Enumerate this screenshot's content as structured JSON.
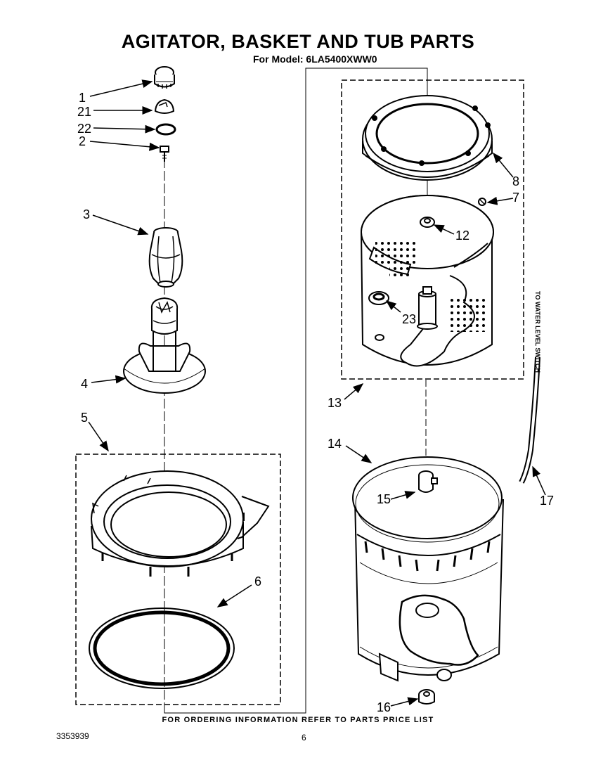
{
  "diagram": {
    "title": "AGITATOR, BASKET AND TUB PARTS",
    "model_line": "For Model: 6LA5400XWW0",
    "footer_note": "FOR ORDERING INFORMATION REFER TO PARTS PRICE LIST",
    "doc_number": "3353939",
    "page_number": "6",
    "hose_note": "TO WATER LEVEL SWITCH",
    "callouts": {
      "c1": "1",
      "c21": "21",
      "c22": "22",
      "c2": "2",
      "c3": "3",
      "c4": "4",
      "c5": "5",
      "c6": "6",
      "c8": "8",
      "c7": "7",
      "c12": "12",
      "c23": "23",
      "c13": "13",
      "c14": "14",
      "c15": "15",
      "c16": "16",
      "c17": "17"
    }
  }
}
